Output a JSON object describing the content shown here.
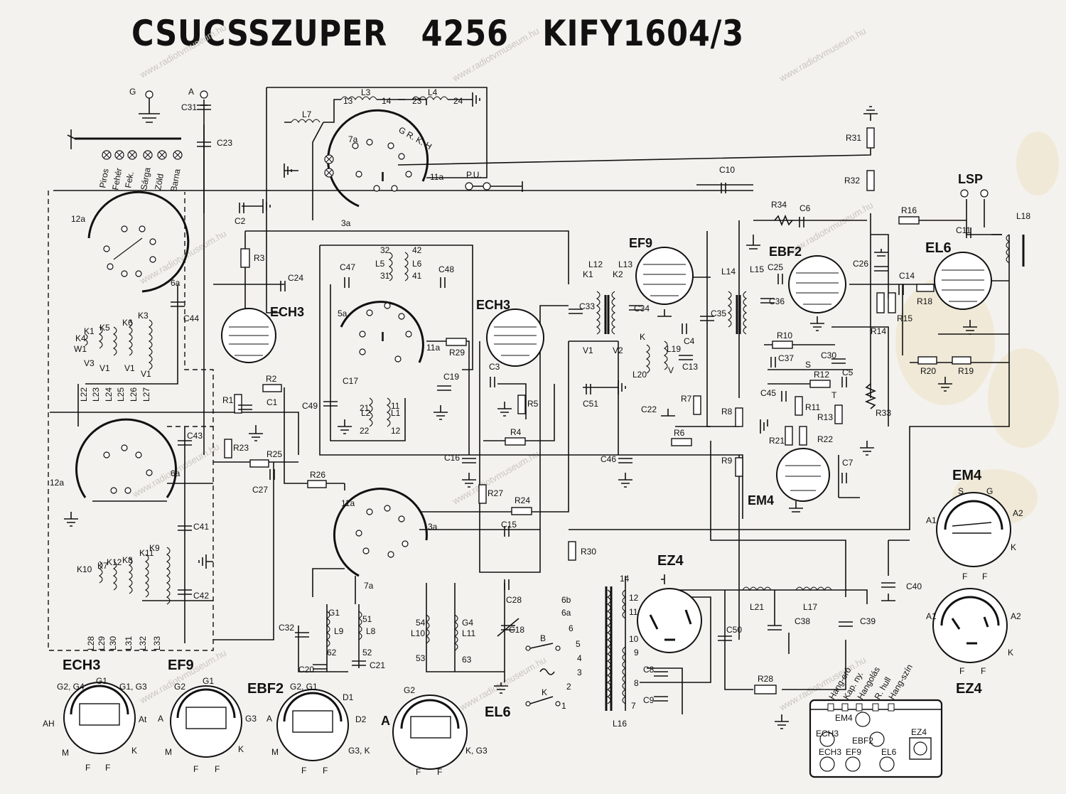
{
  "title": {
    "model": "CSUCSSZUPER",
    "number": "4256",
    "code": "KIFY1604/3"
  },
  "watermark": "www.radiotvmuseum.hu",
  "terminals": {
    "antenna": "A",
    "ground": "G",
    "pickup": "P.U.",
    "speaker": "LSP"
  },
  "tubes": {
    "ech3_a": "ECH3",
    "ech3_b": "ECH3",
    "ef9": "EF9",
    "ebf2": "EBF2",
    "el6": "EL6",
    "em4": "EM4",
    "ez4": "EZ4"
  },
  "band_labels": [
    "Piros",
    "Fehér",
    "Fek.",
    "Sárga",
    "Zöld",
    "Barna"
  ],
  "switch_labels": {
    "positions": "G R. K. H",
    "roman": "I",
    "switch_b": "B",
    "switch_k": "K"
  },
  "capacitors": [
    "C31",
    "C23",
    "C2",
    "C44",
    "C24",
    "C47",
    "C48",
    "C17",
    "C19",
    "C49",
    "C1",
    "C43",
    "C27",
    "C41",
    "C42",
    "C3",
    "C33",
    "C34",
    "C51",
    "C4",
    "C13",
    "C22",
    "C35",
    "C36",
    "C37",
    "C45",
    "C30",
    "C5",
    "C7",
    "C25",
    "C26",
    "C6",
    "C10",
    "C11",
    "C14",
    "C16",
    "C46",
    "C15",
    "C28",
    "C18",
    "C32",
    "C20",
    "C21",
    "C8",
    "C9",
    "C50",
    "C38",
    "C39",
    "C40"
  ],
  "resistors": [
    "R3",
    "R2",
    "R1",
    "R23",
    "R25",
    "R26",
    "R29",
    "R5",
    "R4",
    "R27",
    "R24",
    "R30",
    "R6",
    "R7",
    "R8",
    "R9",
    "R10",
    "R11",
    "R12",
    "R13",
    "R21",
    "R22",
    "R33",
    "R34",
    "R31",
    "R32",
    "R14",
    "R15",
    "R16",
    "R18",
    "R19",
    "R20",
    "R28"
  ],
  "coils": [
    "L7",
    "L3",
    "L4",
    "L5",
    "L6",
    "L1",
    "L2",
    "L9",
    "L8",
    "L10",
    "L11",
    "L12",
    "L13",
    "L14",
    "L15",
    "L19",
    "L20",
    "L16",
    "L17",
    "L21",
    "L18"
  ],
  "coil_bank_1": [
    "K4",
    "K5",
    "K6",
    "K3",
    "K1",
    "W1",
    "V3",
    "V1",
    "V1",
    "V1"
  ],
  "coil_bank_1_terms": [
    "L22",
    "L23",
    "L24",
    "L25",
    "L26",
    "L27"
  ],
  "coil_bank_2": [
    "K10",
    "K7",
    "K12",
    "K8",
    "K11",
    "K9"
  ],
  "coil_bank_2_terms": [
    "L28",
    "L29",
    "L30",
    "L31",
    "L32",
    "L33"
  ],
  "switch_pins": [
    "1",
    "2",
    "3",
    "4",
    "5",
    "6",
    "7",
    "8",
    "9",
    "10",
    "11",
    "12",
    "12a",
    "6a",
    "3a",
    "7a",
    "11a",
    "5a"
  ],
  "transformer_taps": [
    "6b",
    "6a",
    "6",
    "5",
    "4",
    "3",
    "2",
    "1",
    "7",
    "8",
    "9",
    "10",
    "11",
    "12",
    "14"
  ],
  "if_pins": [
    "K1",
    "K2",
    "V1",
    "V2",
    "K",
    "V"
  ],
  "misc_pins": [
    "S",
    "T",
    "G1",
    "G2",
    "G3",
    "G4",
    "51",
    "52",
    "53",
    "54",
    "62",
    "63",
    "31",
    "32",
    "41",
    "42",
    "21",
    "22",
    "11",
    "12",
    "13",
    "14",
    "23",
    "24"
  ],
  "pinouts": {
    "ech3": {
      "label": "ECH3",
      "pins": [
        "G2, G4",
        "G1",
        "G1, G3",
        "AH",
        "At",
        "M",
        "K",
        "F",
        "F"
      ]
    },
    "ef9": {
      "label": "EF9",
      "pins": [
        "G2",
        "G1",
        "A",
        "G3",
        "M",
        "K",
        "F",
        "F"
      ]
    },
    "ebf2": {
      "label": "EBF2",
      "pins": [
        "G2, G1",
        "D1",
        "A",
        "D2",
        "M",
        "G3, K",
        "F",
        "F"
      ]
    },
    "el6": {
      "label": "EL6",
      "pins": [
        "G2",
        "A",
        "K, G3",
        "F",
        "F"
      ]
    },
    "em4": {
      "label": "EM4",
      "pins": [
        "S",
        "G",
        "A1",
        "A2",
        "K",
        "F",
        "F"
      ]
    },
    "ez4": {
      "label": "EZ4",
      "pins": [
        "A1",
        "A2",
        "K",
        "F",
        "F"
      ]
    }
  },
  "chassis": {
    "cable_labels": [
      "Hang-erő",
      "Kap. ny.",
      "Hangolás",
      "R. hull",
      "Hang-szín"
    ],
    "tubes": [
      "EM4",
      "ECH3",
      "EBF2",
      "EZ4",
      "ECH3",
      "EF9",
      "EL6"
    ]
  }
}
